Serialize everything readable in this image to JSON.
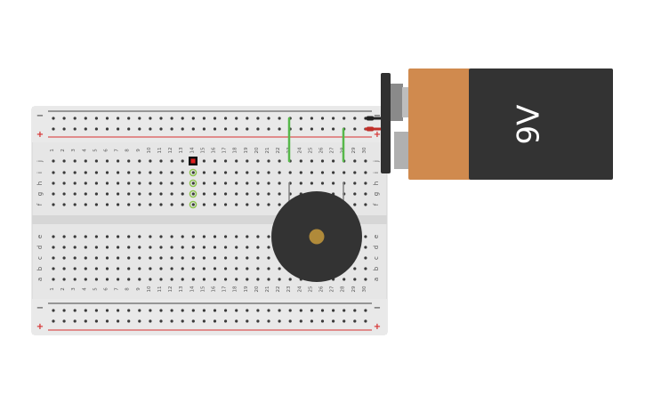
{
  "breadboard": {
    "columns": [
      "1",
      "2",
      "3",
      "4",
      "5",
      "6",
      "7",
      "8",
      "9",
      "10",
      "11",
      "12",
      "13",
      "14",
      "15",
      "16",
      "17",
      "18",
      "19",
      "20",
      "21",
      "22",
      "23",
      "24",
      "25",
      "26",
      "27",
      "28",
      "29",
      "30"
    ],
    "rows_top": [
      "j",
      "i",
      "h",
      "g",
      "f"
    ],
    "rows_bottom": [
      "e",
      "d",
      "c",
      "b",
      "a"
    ],
    "rail_minus": "−",
    "rail_plus": "+",
    "colors": {
      "board": "#e6e6e6",
      "rail_red": "#d62f2f",
      "rail_dark": "#444444",
      "hole": "#3a3a3a"
    }
  },
  "battery": {
    "label": "9V",
    "colors": {
      "body": "#333333",
      "band": "#d08a4e",
      "cap": "#303030"
    }
  },
  "buzzer": {
    "colors": {
      "body": "#333333",
      "center": "#b08a3a"
    }
  },
  "wires": {
    "color": "#57b84a"
  },
  "led_marker": {
    "color": "#e02020"
  }
}
